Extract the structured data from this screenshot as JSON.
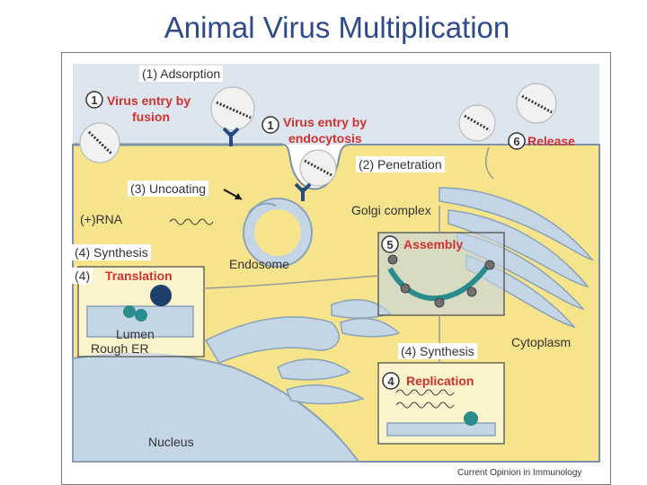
{
  "title": "Animal Virus Multiplication",
  "steps": {
    "adsorption": "(1) Adsorption",
    "penetration": "(2) Penetration",
    "uncoating": "(3) Uncoating",
    "synthesis_left": "(4) Synthesis",
    "synthesis_short": "(4)",
    "synthesis_right": "(4) Synthesis"
  },
  "figure": {
    "virus_entry_fusion_num": "1",
    "virus_entry_fusion_line1": "Virus entry by",
    "virus_entry_fusion_line2": "fusion",
    "virus_entry_endo_num": "1",
    "virus_entry_endo_line1": "Virus entry by",
    "virus_entry_endo_line2": "endocytosis",
    "release_num": "6",
    "release": "Release",
    "golgi": "Golgi complex",
    "rna": "(+)RNA",
    "endosome": "Endosome",
    "assembly_num": "5",
    "assembly": "Assembly",
    "translation": "Translation",
    "lumen": "Lumen",
    "rough_er": "Rough ER",
    "cytoplasm": "Cytoplasm",
    "replication_num": "4",
    "replication": "Replication",
    "nucleus": "Nucleus",
    "credit": "Current Opinion in Immunology"
  },
  "colors": {
    "title": "#2e4a8c",
    "cytoplasm": "#f6e48c",
    "extracellular": "#dde6ef",
    "label_red": "#d2312f",
    "organelle": "#c4d6e6"
  }
}
